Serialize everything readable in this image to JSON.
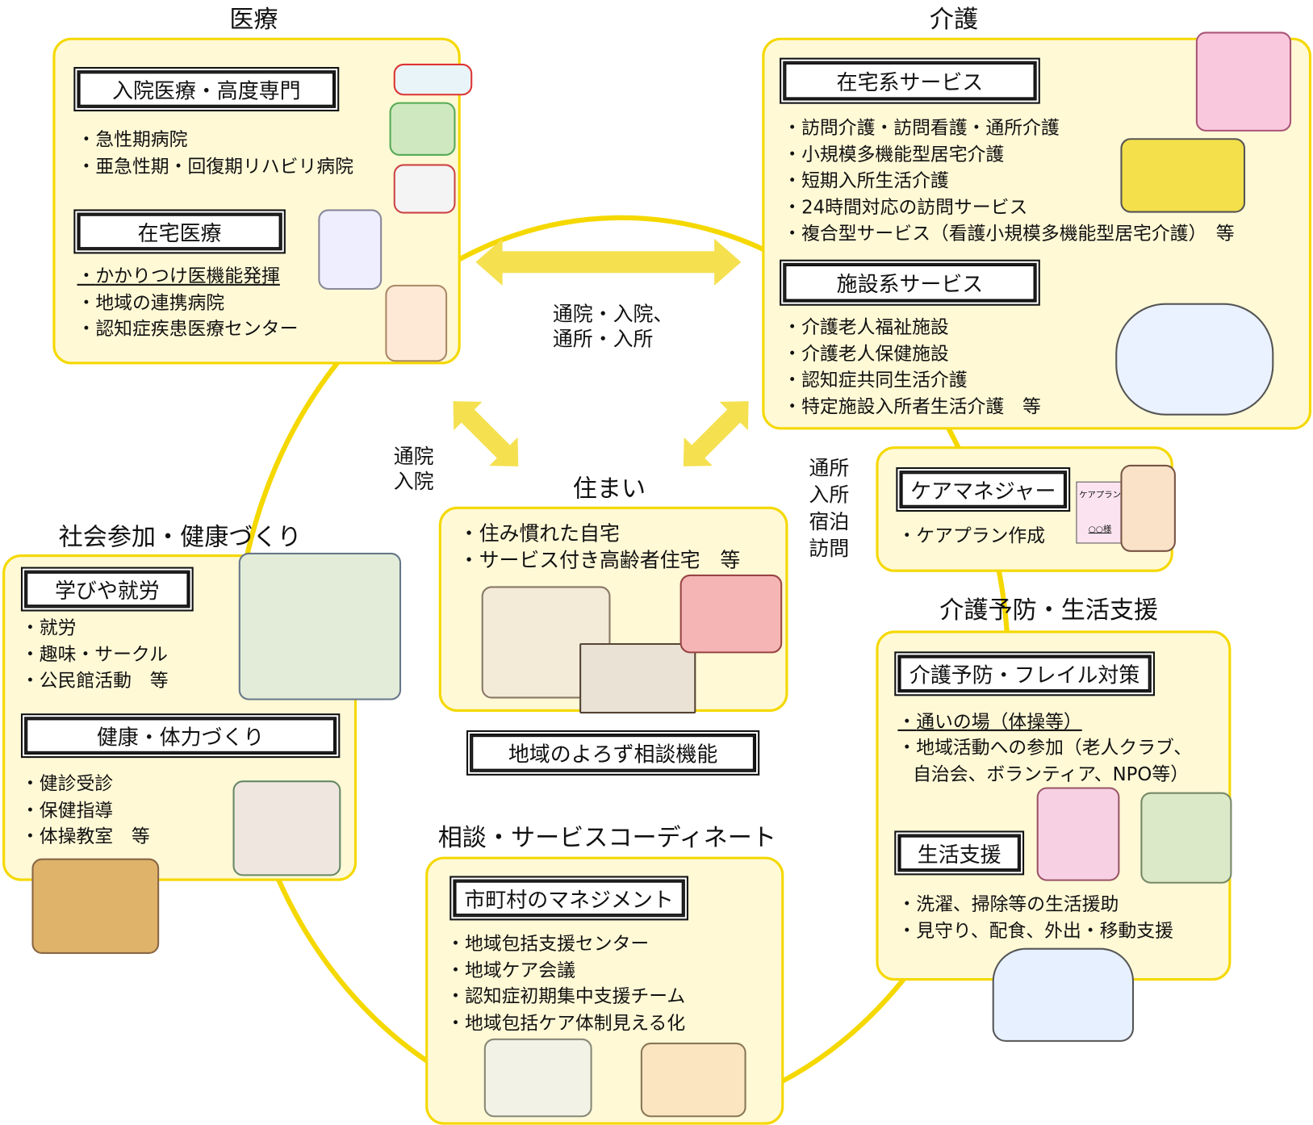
{
  "medical": {
    "title": "医療",
    "inpatient": {
      "header": "入院医療・高度専門",
      "items": [
        "急性期病院",
        "亜急性期・回復期リハビリ病院"
      ]
    },
    "home": {
      "header": "在宅医療",
      "items": [
        "かかりつけ医機能発揮",
        "地域の連携病院",
        "認知症疾患医療センター"
      ]
    }
  },
  "care": {
    "title": "介護",
    "home_services": {
      "header": "在宅系サービス",
      "items": [
        "訪問介護・訪問看護・通所介護",
        "小規模多機能型居宅介護",
        "短期入所生活介護",
        "24時間対応の訪問サービス",
        "複合型サービス（看護小規模多機能型居宅介護）　等"
      ]
    },
    "facility_services": {
      "header": "施設系サービス",
      "items": [
        "介護老人福祉施設",
        "介護老人保健施設",
        "認知症共同生活介護",
        "特定施設入所者生活介護　等"
      ]
    }
  },
  "housing": {
    "title": "住まい",
    "items": [
      "住み慣れた自宅",
      "サービス付き高齢者住宅　等"
    ],
    "consult": "地域のよろず相談機能"
  },
  "social": {
    "title": "社会参加・健康づくり",
    "learning": {
      "header": "学びや就労",
      "items": [
        "就労",
        "趣味・サークル",
        "公民館活動　等"
      ]
    },
    "health": {
      "header": "健康・体力づくり",
      "items": [
        "健診受診",
        "保健指導",
        "体操教室　等"
      ]
    }
  },
  "care_manager": {
    "header": "ケアマネジャー",
    "items": [
      "ケアプラン作成"
    ],
    "doc_title": "ケアプラン",
    "doc_name": "○○様"
  },
  "prevention": {
    "title": "介護予防・生活支援",
    "frailty": {
      "header": "介護予防・フレイル対策",
      "items": [
        "通いの場（体操等）",
        "地域活動への参加（老人クラブ、",
        "自治会、ボランティア、NPO等）"
      ]
    },
    "living": {
      "header": "生活支援",
      "items": [
        "洗濯、掃除等の生活援助",
        "見守り、配食、外出・移動支援"
      ]
    }
  },
  "coordination": {
    "title": "相談・サービスコーディネート",
    "header": "市町村のマネジメント",
    "items": [
      "地域包括支援センター",
      "地域ケア会議",
      "認知症初期集中支援チーム",
      "地域包括ケア体制見える化"
    ]
  },
  "labels": {
    "top_arrow": "通院・入院、\n通所・入所",
    "left_arrow": "通院\n入院",
    "right_arrow": "通所\n入所\n宿泊\n訪問"
  },
  "colors": {
    "ring": "#f5d800",
    "panel": "#fff9d6",
    "arrow": "#f5e050"
  }
}
